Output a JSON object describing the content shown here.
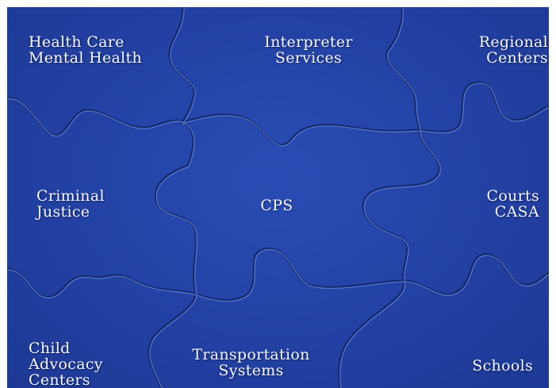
{
  "colors": {
    "board_blue": "#2443a7",
    "text": "#f4f6ff"
  },
  "pieces": {
    "health_care": [
      "Health Care",
      "Mental Health"
    ],
    "interpreter": [
      "Interpreter",
      "Services"
    ],
    "regional": [
      "Regional",
      "Centers"
    ],
    "criminal": [
      "Criminal",
      "Justice"
    ],
    "cps": [
      "CPS"
    ],
    "courts": [
      "Courts",
      "CASA"
    ],
    "child_advocacy": [
      "Child",
      "Advocacy",
      "Centers"
    ],
    "transportation": [
      "Transportation",
      "Systems"
    ],
    "schools": [
      "Schools"
    ]
  }
}
